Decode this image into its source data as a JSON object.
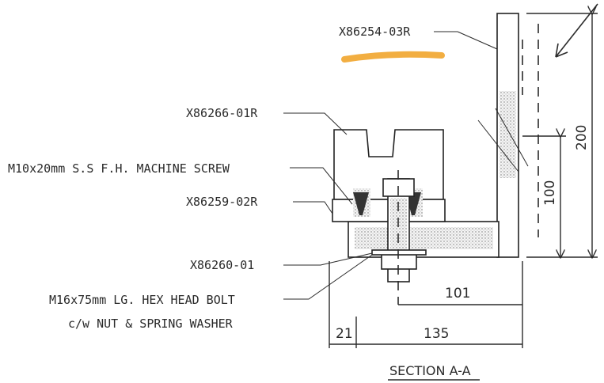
{
  "labels": {
    "top_part": "X86254-03R",
    "block": "X86266-01R",
    "screw": "M10x20mm S.S F.H. MACHINE SCREW",
    "plate": "X86259-02R",
    "washer_part": "X86260-01",
    "bolt_line1": "M16x75mm LG. HEX HEAD BOLT",
    "bolt_line2": "c/w NUT & SPRING WASHER"
  },
  "dimensions": {
    "d200": "200",
    "d100": "100",
    "d101": "101",
    "d21": "21",
    "d135": "135"
  },
  "section_title": "SECTION A-A",
  "colors": {
    "highlight": "#f0a020",
    "ink": "#2a2a2a"
  }
}
